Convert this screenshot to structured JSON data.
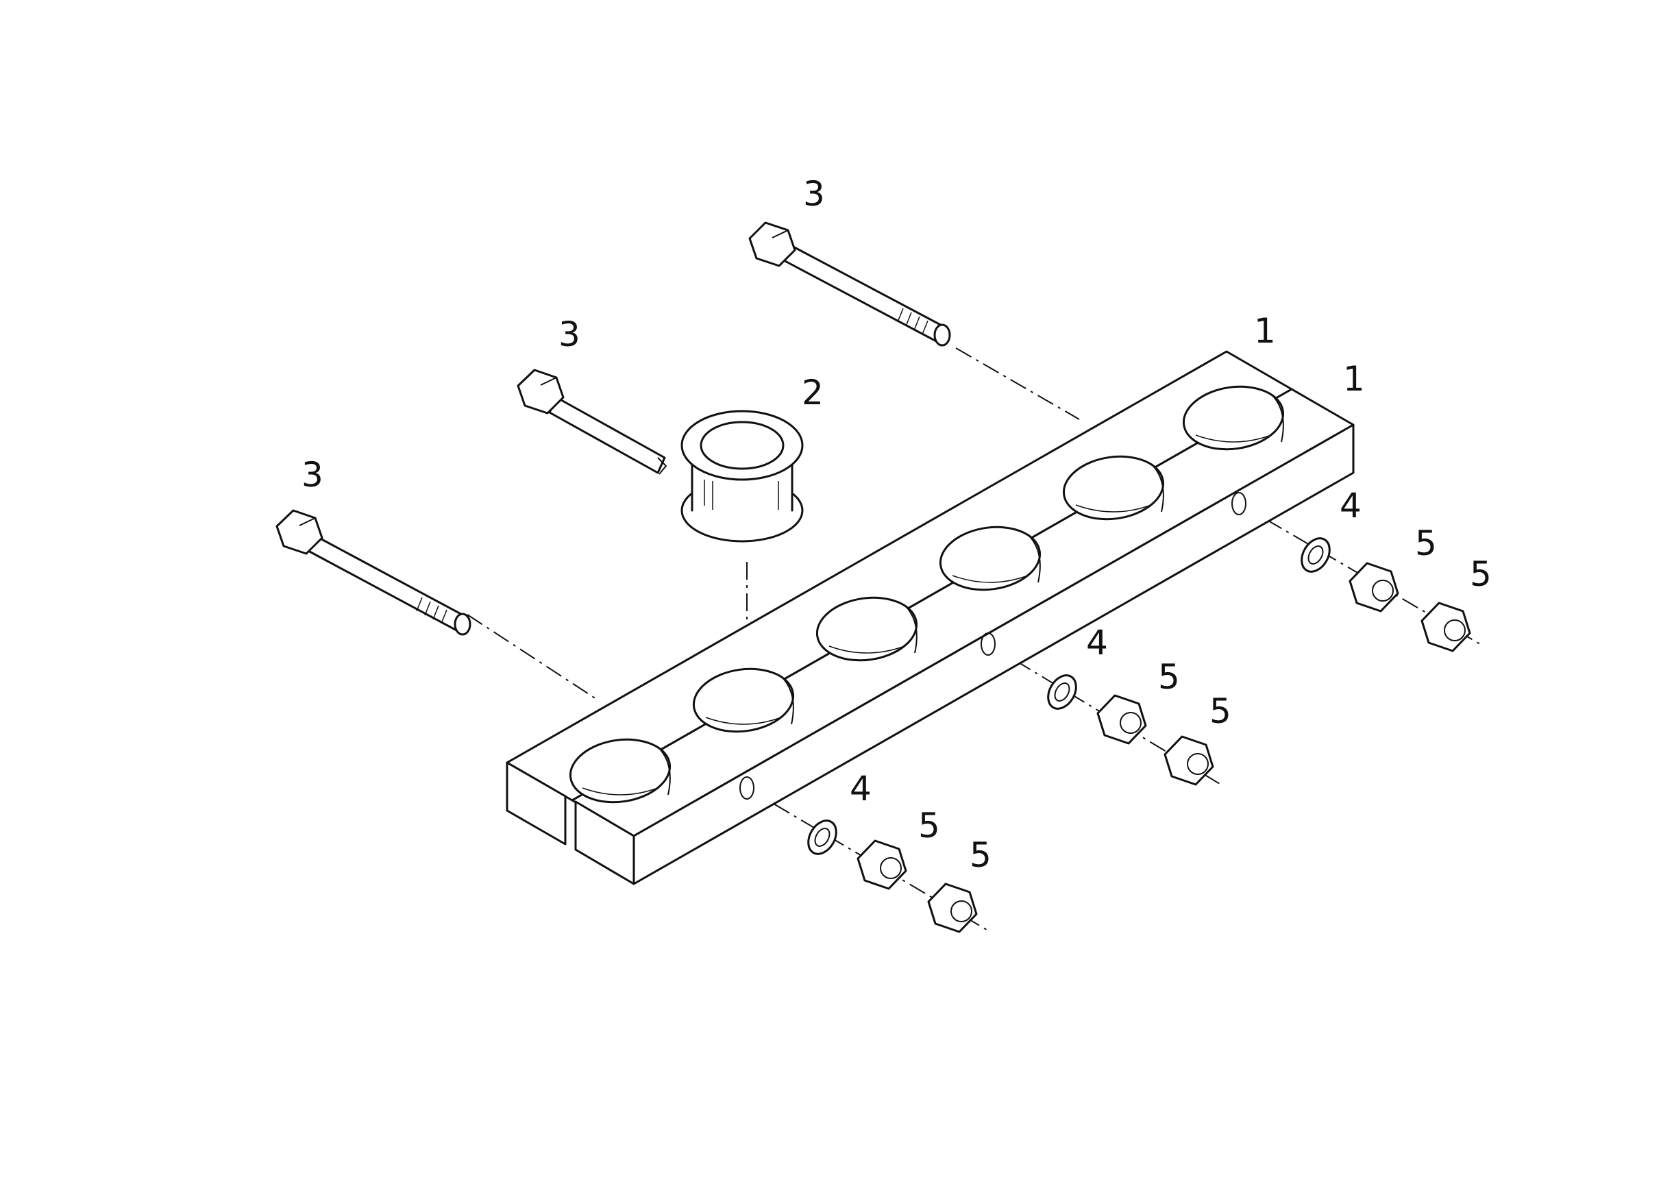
{
  "diagram": {
    "callouts": [
      {
        "id": "bar-upper",
        "text": "1"
      },
      {
        "id": "bar-lower",
        "text": "1"
      },
      {
        "id": "bushing",
        "text": "2"
      },
      {
        "id": "bolt-top",
        "text": "3"
      },
      {
        "id": "bolt-middle",
        "text": "3"
      },
      {
        "id": "bolt-left",
        "text": "3"
      },
      {
        "id": "washer-right",
        "text": "4"
      },
      {
        "id": "washer-middle",
        "text": "4"
      },
      {
        "id": "washer-left",
        "text": "4"
      },
      {
        "id": "nut-right-1",
        "text": "5"
      },
      {
        "id": "nut-right-2",
        "text": "5"
      },
      {
        "id": "nut-middle-1",
        "text": "5"
      },
      {
        "id": "nut-middle-2",
        "text": "5"
      },
      {
        "id": "nut-left-1",
        "text": "5"
      },
      {
        "id": "nut-left-2",
        "text": "5"
      }
    ]
  }
}
